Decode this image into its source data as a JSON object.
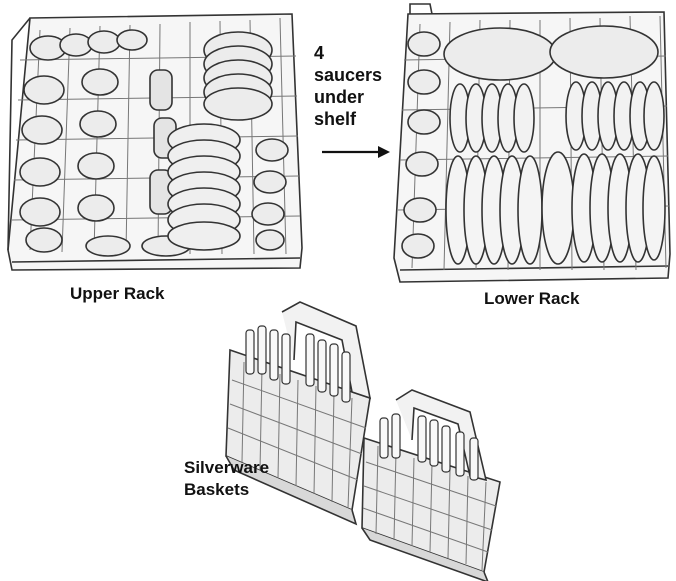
{
  "labels": {
    "upper_rack": "Upper Rack",
    "lower_rack": "Lower Rack",
    "saucers": [
      "4",
      "saucers",
      "under",
      "shelf"
    ],
    "silverware": [
      "Silverware",
      "Baskets"
    ]
  },
  "colors": {
    "ink": "#111111",
    "line": "#333333",
    "fill": "#ececec",
    "shade": "#bdbdbd",
    "background": "#ffffff"
  }
}
